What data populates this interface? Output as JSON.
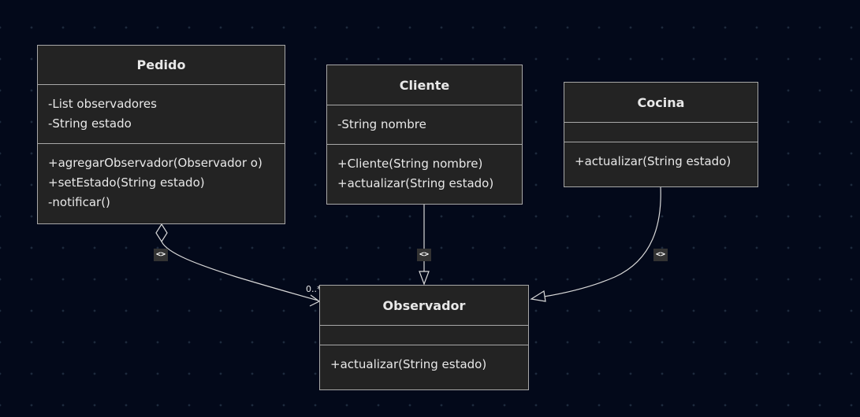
{
  "classes": {
    "pedido": {
      "name": "Pedido",
      "attributes": [
        "-List observadores",
        "-String estado"
      ],
      "methods": [
        "+agregarObservador(Observador o)",
        "+setEstado(String estado)",
        "-notificar()"
      ]
    },
    "cliente": {
      "name": "Cliente",
      "attributes": [
        "-String nombre"
      ],
      "methods": [
        "+Cliente(String nombre)",
        "+actualizar(String estado)"
      ]
    },
    "cocina": {
      "name": "Cocina",
      "attributes": [],
      "methods": [
        "+actualizar(String estado)"
      ]
    },
    "observador": {
      "name": "Observador",
      "attributes": [],
      "methods": [
        "+actualizar(String estado)"
      ]
    }
  },
  "relations": {
    "pedido_observador": {
      "type": "aggregation",
      "label": "<>",
      "multiplicity": "0..*"
    },
    "cliente_observador": {
      "type": "realization",
      "label": "<>"
    },
    "cocina_observador": {
      "type": "realization",
      "label": "<>"
    }
  },
  "colors": {
    "background": "#03091a",
    "box_fill": "#232323",
    "box_border": "#a8a8a8",
    "text": "#e8e8e8",
    "edge": "#d8d8d8",
    "badge_fill": "#333333"
  }
}
